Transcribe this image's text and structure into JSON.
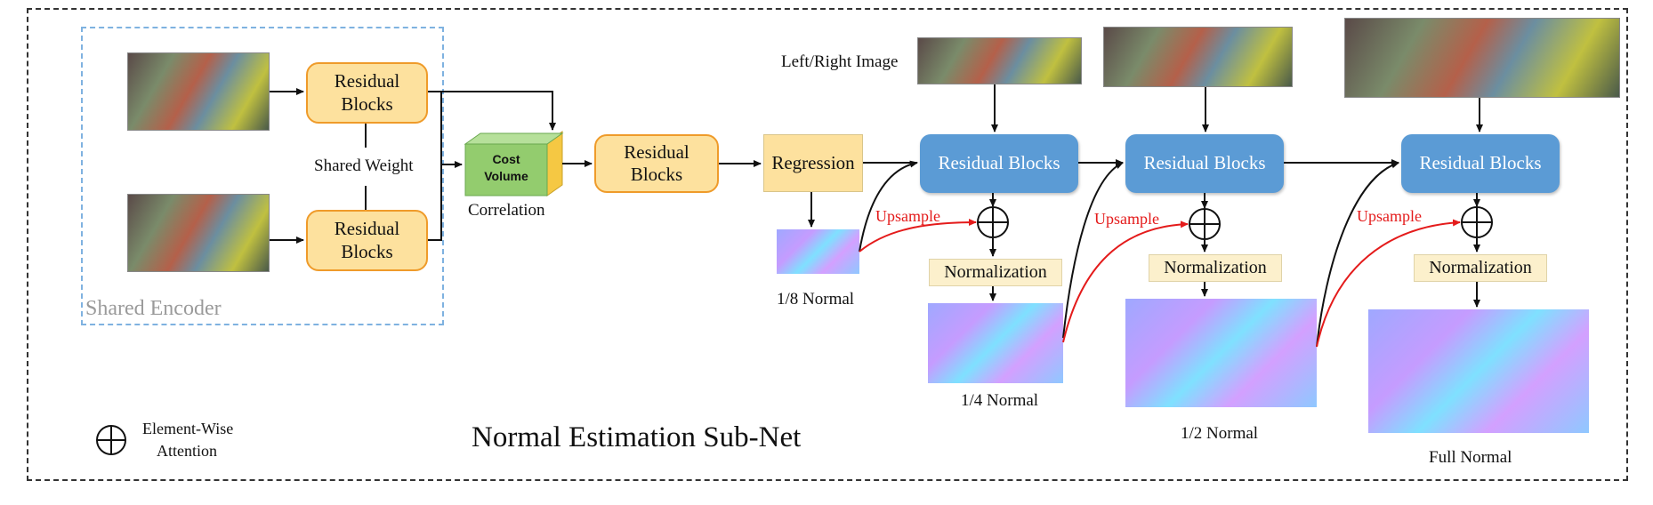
{
  "diagram": {
    "title": "Normal Estimation Sub-Net",
    "encoder": {
      "label": "Shared Encoder",
      "block_top": "Residual Blocks",
      "block_bottom": "Residual Blocks",
      "shared_weight": "Shared Weight"
    },
    "cost_volume": {
      "line1": "Cost",
      "line2": "Volume",
      "caption": "Correlation"
    },
    "mid_block": "Residual Blocks",
    "regression": "Regression",
    "left_right_image": "Left/Right Image",
    "stages": [
      {
        "block": "Residual Blocks",
        "normalization": "Normalization",
        "output": "1/4 Normal"
      },
      {
        "block": "Residual Blocks",
        "normalization": "Normalization",
        "output": "1/2 Normal"
      },
      {
        "block": "Residual Blocks",
        "normalization": "Normalization",
        "output": "Full  Normal"
      }
    ],
    "initial_output": "1/8 Normal",
    "upsample": "Upsample",
    "legend": {
      "symbol_name": "element-wise-attention-icon",
      "line1": "Element-Wise",
      "line2": "Attention"
    },
    "colors": {
      "encoder_border": "#7fb2e0",
      "residual_fill": "#fde19e",
      "residual_border": "#ef9b2a",
      "stage_block": "#5b9bd5",
      "cost_volume": "#93cc6e",
      "upsample_arrow": "#e41b1b"
    }
  }
}
